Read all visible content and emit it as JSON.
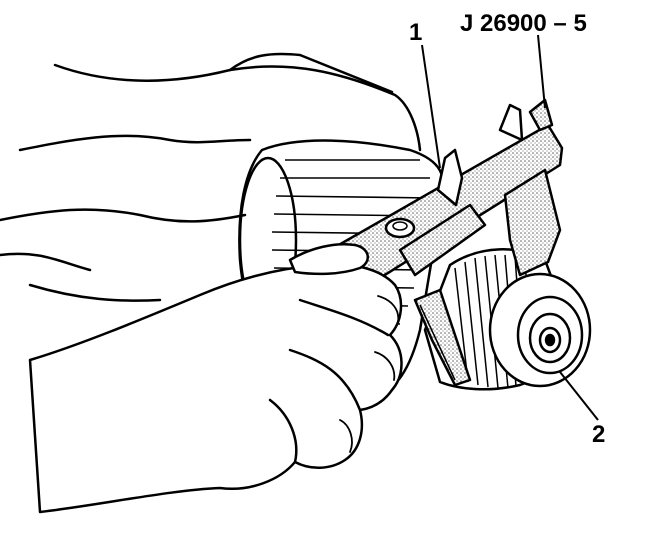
{
  "figure": {
    "tool_label": "J 26900 – 5",
    "callouts": [
      {
        "id": "1",
        "text": "1"
      },
      {
        "id": "2",
        "text": "2"
      }
    ]
  },
  "colors": {
    "ink": "#000000",
    "paper": "#ffffff",
    "stipple": "#9a9a9a"
  }
}
